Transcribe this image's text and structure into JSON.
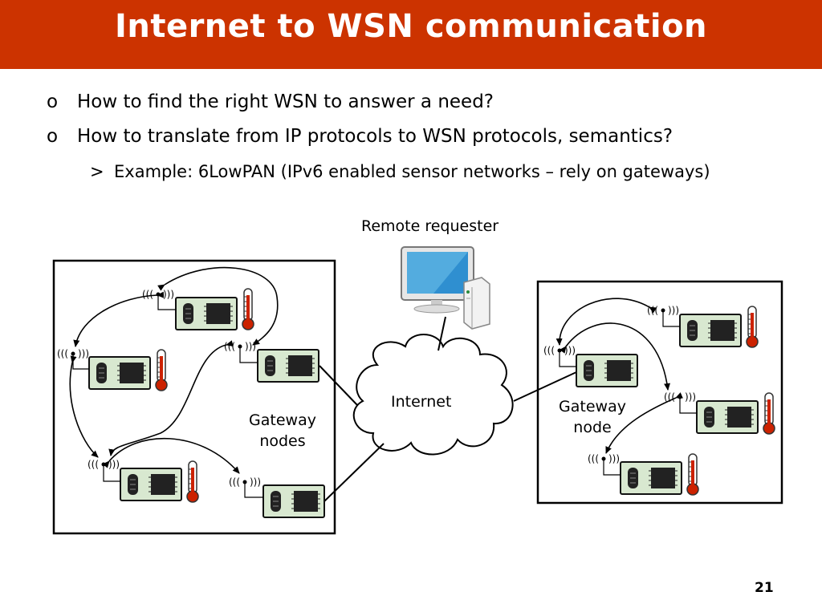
{
  "slide": {
    "title": "Internet to WSN communication",
    "bullets": [
      {
        "marker": "o",
        "text": "How to find the right WSN to answer a need?"
      },
      {
        "marker": "o",
        "text": "How to translate from IP protocols to WSN protocols, semantics?"
      }
    ],
    "sub_bullets": [
      {
        "marker": ">",
        "text": "Example: 6LowPAN (IPv6 enabled sensor networks – rely on gateways)"
      }
    ],
    "page_number": "21"
  },
  "diagram": {
    "remote_label": "Remote requester",
    "internet_label": "Internet",
    "left_gateway_label_line1": "Gateway",
    "left_gateway_label_line2": "nodes",
    "right_gateway_label_line1": "Gateway",
    "right_gateway_label_line2": "node",
    "icons": [
      "computer-monitor-icon",
      "pc-tower-icon",
      "cloud-icon",
      "sensor-board-icon",
      "thermometer-icon",
      "radio-antenna-icon"
    ],
    "colors": {
      "title_bar": "#cc3300",
      "board_fill": "#d8e8d0",
      "thermometer": "#cc2200",
      "monitor": "#4aa3d8"
    }
  }
}
